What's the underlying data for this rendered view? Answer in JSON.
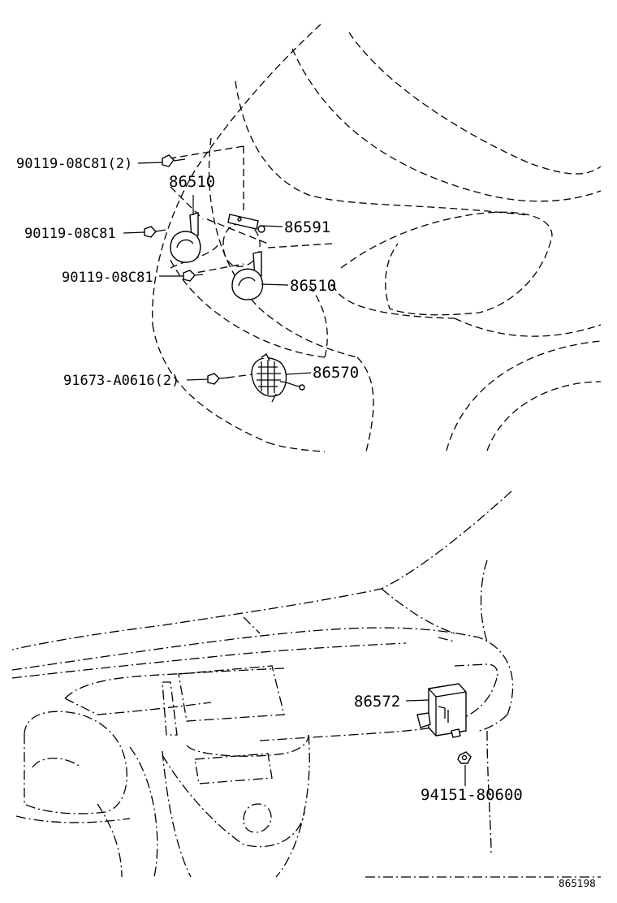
{
  "labels": {
    "bolt_top": "90119-08C81(2)",
    "horn_upper": "86510",
    "bolt_mid": "90119-08C81",
    "bracket": "86591",
    "bolt_low": "90119-08C81",
    "horn_lower": "86510",
    "screw": "91673-A0616(2)",
    "speaker": "86570",
    "module": "86572",
    "nut": "94151-80600"
  },
  "diagram_ref": "865198"
}
